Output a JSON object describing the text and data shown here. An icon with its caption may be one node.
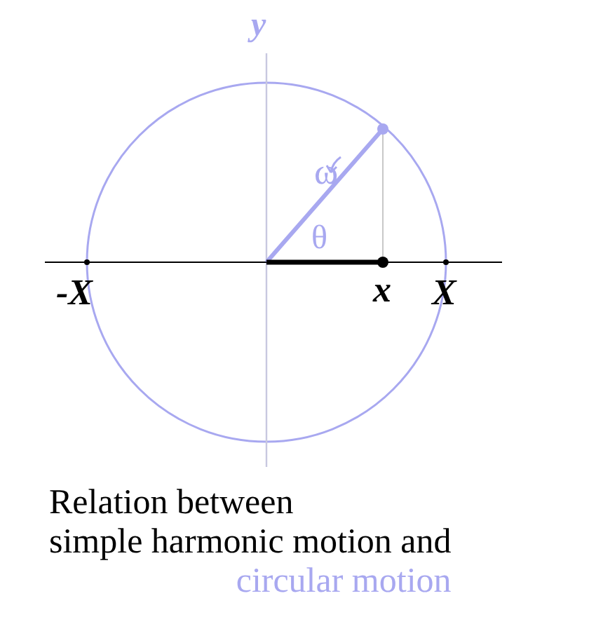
{
  "diagram": {
    "caption": "Relation between simple harmonic motion and circular motion",
    "labels": [
      "y",
      "ω",
      "θ",
      "-X",
      "x",
      "X"
    ]
  }
}
